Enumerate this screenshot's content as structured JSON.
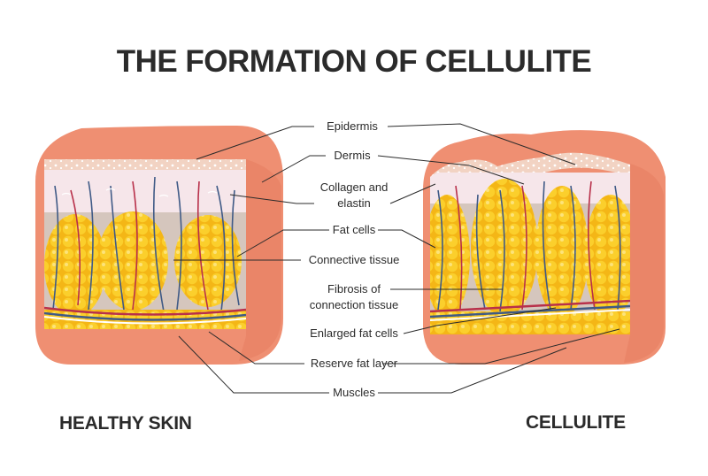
{
  "title": "THE FORMATION OF CELLULITE",
  "panels": {
    "left_caption": "HEALTHY SKIN",
    "right_caption": "CELLULITE"
  },
  "labels": {
    "epidermis": "Epidermis",
    "dermis": "Dermis",
    "collagen_line1": "Collagen and",
    "collagen_line2": "elastin",
    "fat_cells": "Fat cells",
    "connective_tissue": "Connective tissue",
    "fibrosis_line1": "Fibrosis of",
    "fibrosis_line2": "connection tissue",
    "enlarged_fat_cells": "Enlarged fat cells",
    "reserve_fat_layer": "Reserve fat layer",
    "muscles": "Muscles"
  },
  "colors": {
    "skin_outer": "#ef8f72",
    "epidermis": "#f5dccb",
    "dermis": "#f6e6ea",
    "fat": "#f8c31c",
    "fat_gap": "#d5c6bd",
    "vessel_blue": "#3f5a86",
    "vessel_red": "#b8304a",
    "title": "#2b2b2b"
  }
}
